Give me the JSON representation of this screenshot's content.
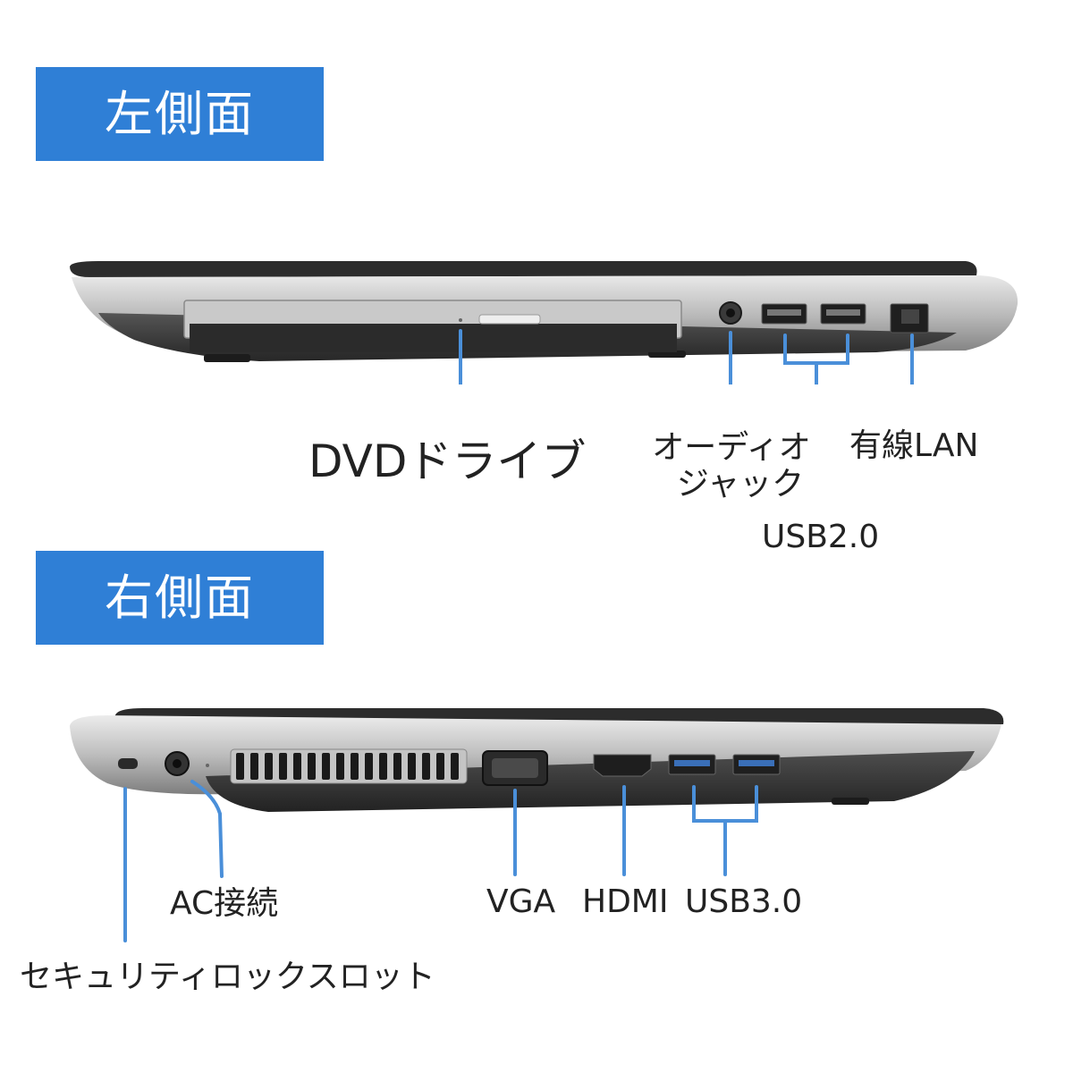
{
  "left_side": {
    "header": "左側面",
    "labels": {
      "dvd": "DVDドライブ",
      "audio_line1": "オーディオ",
      "audio_line2": "ジャック",
      "usb": "USB2.0",
      "lan": "有線LAN"
    }
  },
  "right_side": {
    "header": "右側面",
    "labels": {
      "security": "セキュリティロックスロット",
      "ac": "AC接続",
      "vga": "VGA",
      "hdmi": "HDMI",
      "usb": "USB3.0"
    }
  },
  "colors": {
    "header_bg": "#2f7fd6",
    "leader_line": "#4a8fd9"
  }
}
